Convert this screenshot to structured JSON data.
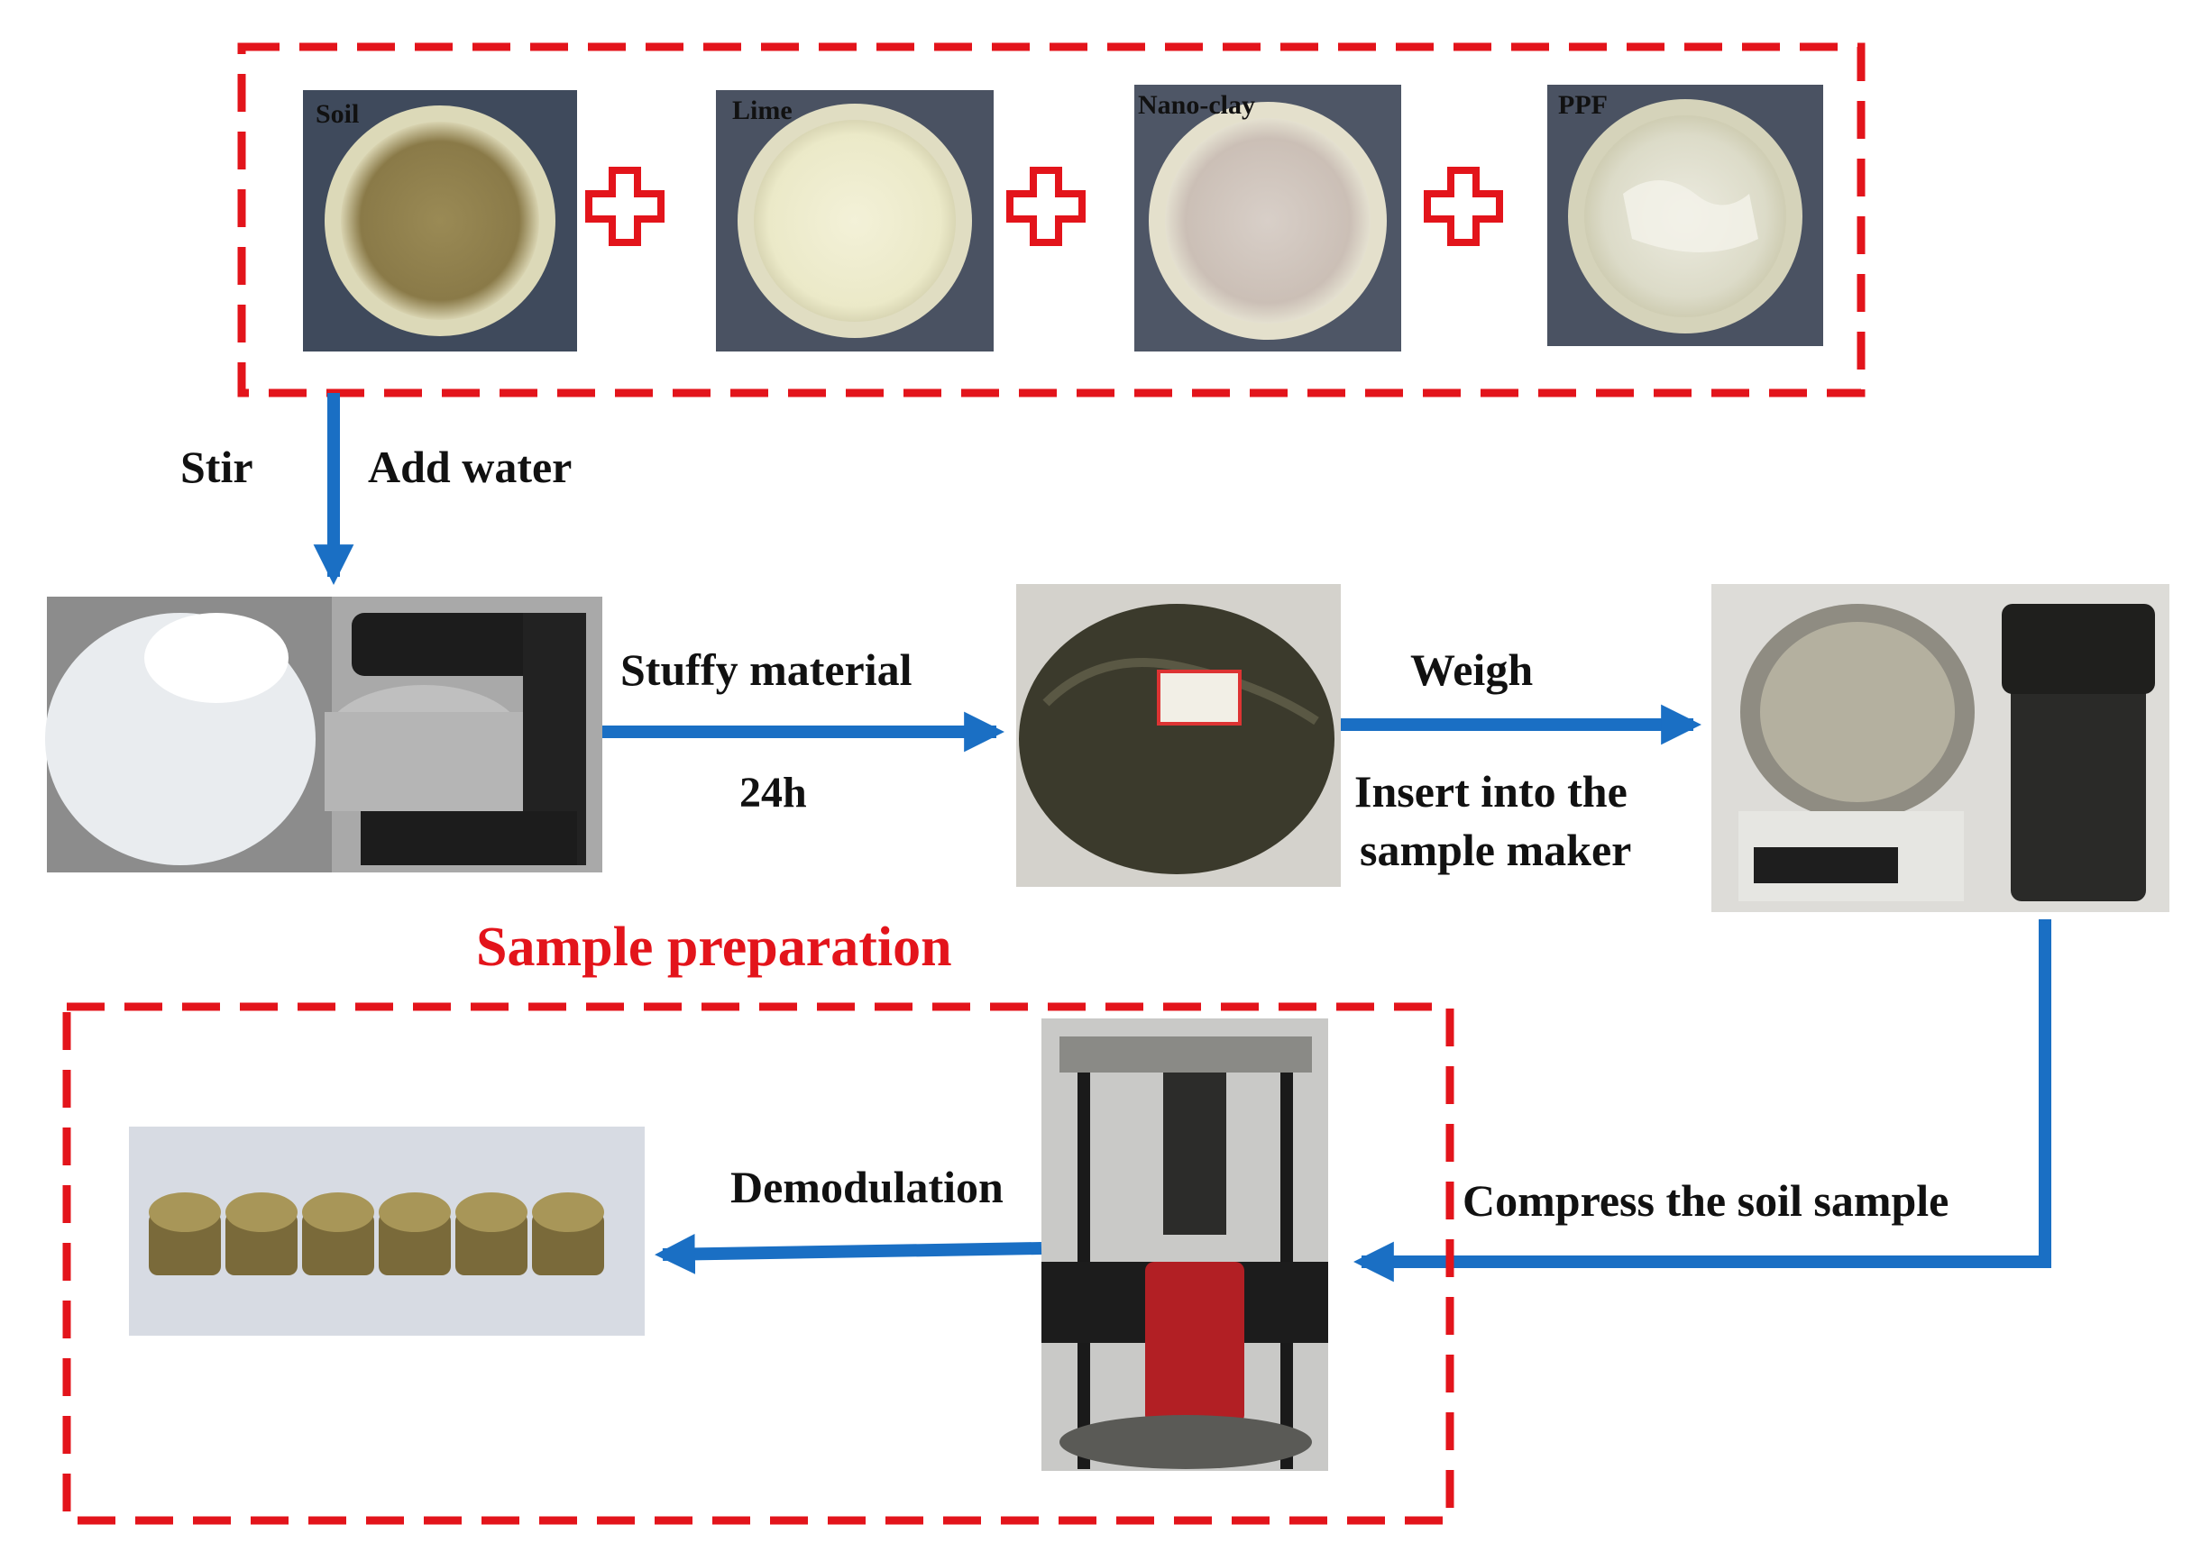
{
  "colors": {
    "dashed_border": "#e3141b",
    "arrow": "#1a6fc4",
    "title": "#e3141b",
    "plus": "#e3141b"
  },
  "materials": [
    {
      "label": "Soil",
      "icon": "soil-powder-photo"
    },
    {
      "label": "Lime",
      "icon": "lime-powder-photo"
    },
    {
      "label": "Nano-clay",
      "icon": "nano-clay-powder-photo"
    },
    {
      "label": "PPF",
      "icon": "ppf-fiber-photo"
    }
  ],
  "plus_icon": "plus-icon",
  "steps": {
    "stir": "Stir",
    "add_water": "Add water",
    "stuffy_material": "Stuffy material",
    "duration": "24h",
    "weigh": "Weigh",
    "insert_line1": "Insert into the",
    "insert_line2": "sample maker",
    "compress": "Compress the soil sample",
    "demodulation": "Demodulation"
  },
  "section_title": "Sample preparation",
  "photos": {
    "mixer": "mixer-photo",
    "bag": "sealed-bag-photo",
    "scale_mold": "scale-and-mold-photo",
    "press": "hydraulic-press-photo",
    "samples": "cylindrical-samples-photo"
  }
}
